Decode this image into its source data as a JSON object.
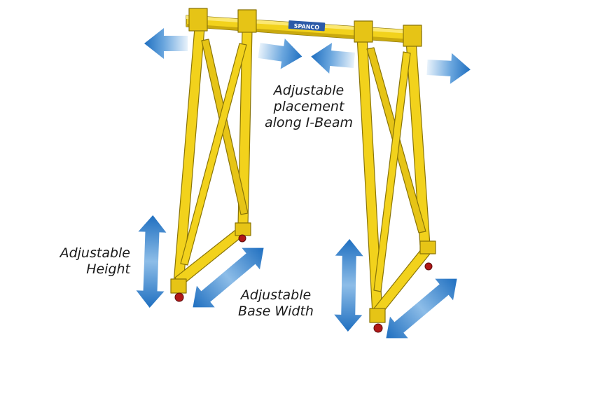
{
  "labels": {
    "beam": [
      "Adjustable",
      "placement",
      "along I-Beam"
    ],
    "height": [
      "Adjustable",
      "Height"
    ],
    "base": [
      "Adjustable",
      "Base Width"
    ]
  },
  "logo": {
    "text": "SPANCO"
  },
  "colors": {
    "frame": "#f2d21c",
    "frame_shade": "#c9a90e",
    "frame_light": "#fbe872",
    "outline": "#8a7508",
    "arrow_dark": "#1f6fc0",
    "arrow_light": "#e8f2fb",
    "wheel": "#b01818",
    "logo_bg": "#2b5aa8"
  }
}
